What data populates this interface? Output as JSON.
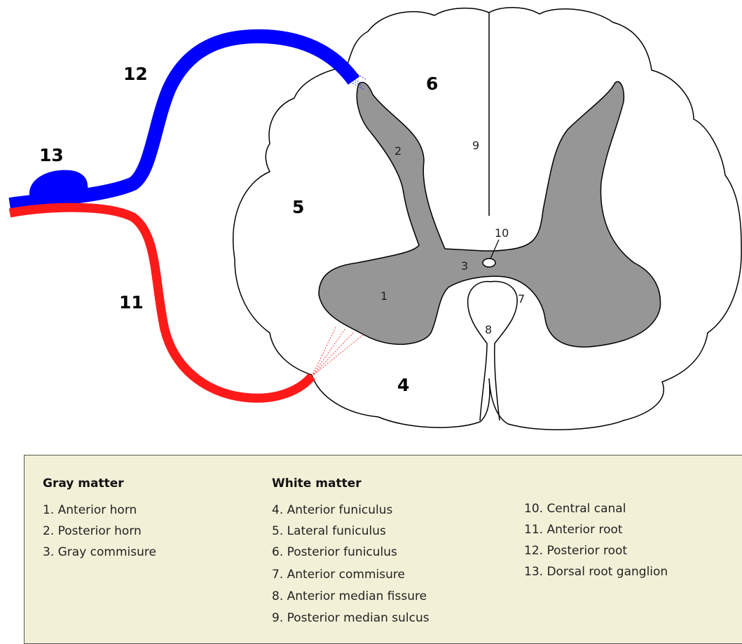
{
  "diagram": {
    "labels": {
      "l1": "1",
      "l2": "2",
      "l3": "3",
      "l4": "4",
      "l5": "5",
      "l6": "6",
      "l7": "7",
      "l8": "8",
      "l9": "9",
      "l10": "10",
      "l11": "11",
      "l12": "12",
      "l13": "13"
    },
    "colors": {
      "gray_matter": "#969696",
      "white_matter": "#ffffff",
      "posterior_root": "#0000ff",
      "anterior_root": "#ff1a1a",
      "outline": "#000000"
    }
  },
  "legend": {
    "background": "#f2f1d8",
    "gray_heading": "Gray matter",
    "gray_items": [
      "1. Anterior horn",
      "2. Posterior horn",
      "3. Gray commisure"
    ],
    "white_heading": "White matter",
    "white_items": [
      "4. Anterior funiculus",
      "5. Lateral funiculus",
      "6. Posterior funiculus",
      "7. Anterior commisure",
      "8. Anterior median fissure",
      "9. Posterior median sulcus"
    ],
    "other_items": [
      "10. Central canal",
      "11. Anterior root",
      "12. Posterior root",
      "13. Dorsal root ganglion"
    ]
  }
}
